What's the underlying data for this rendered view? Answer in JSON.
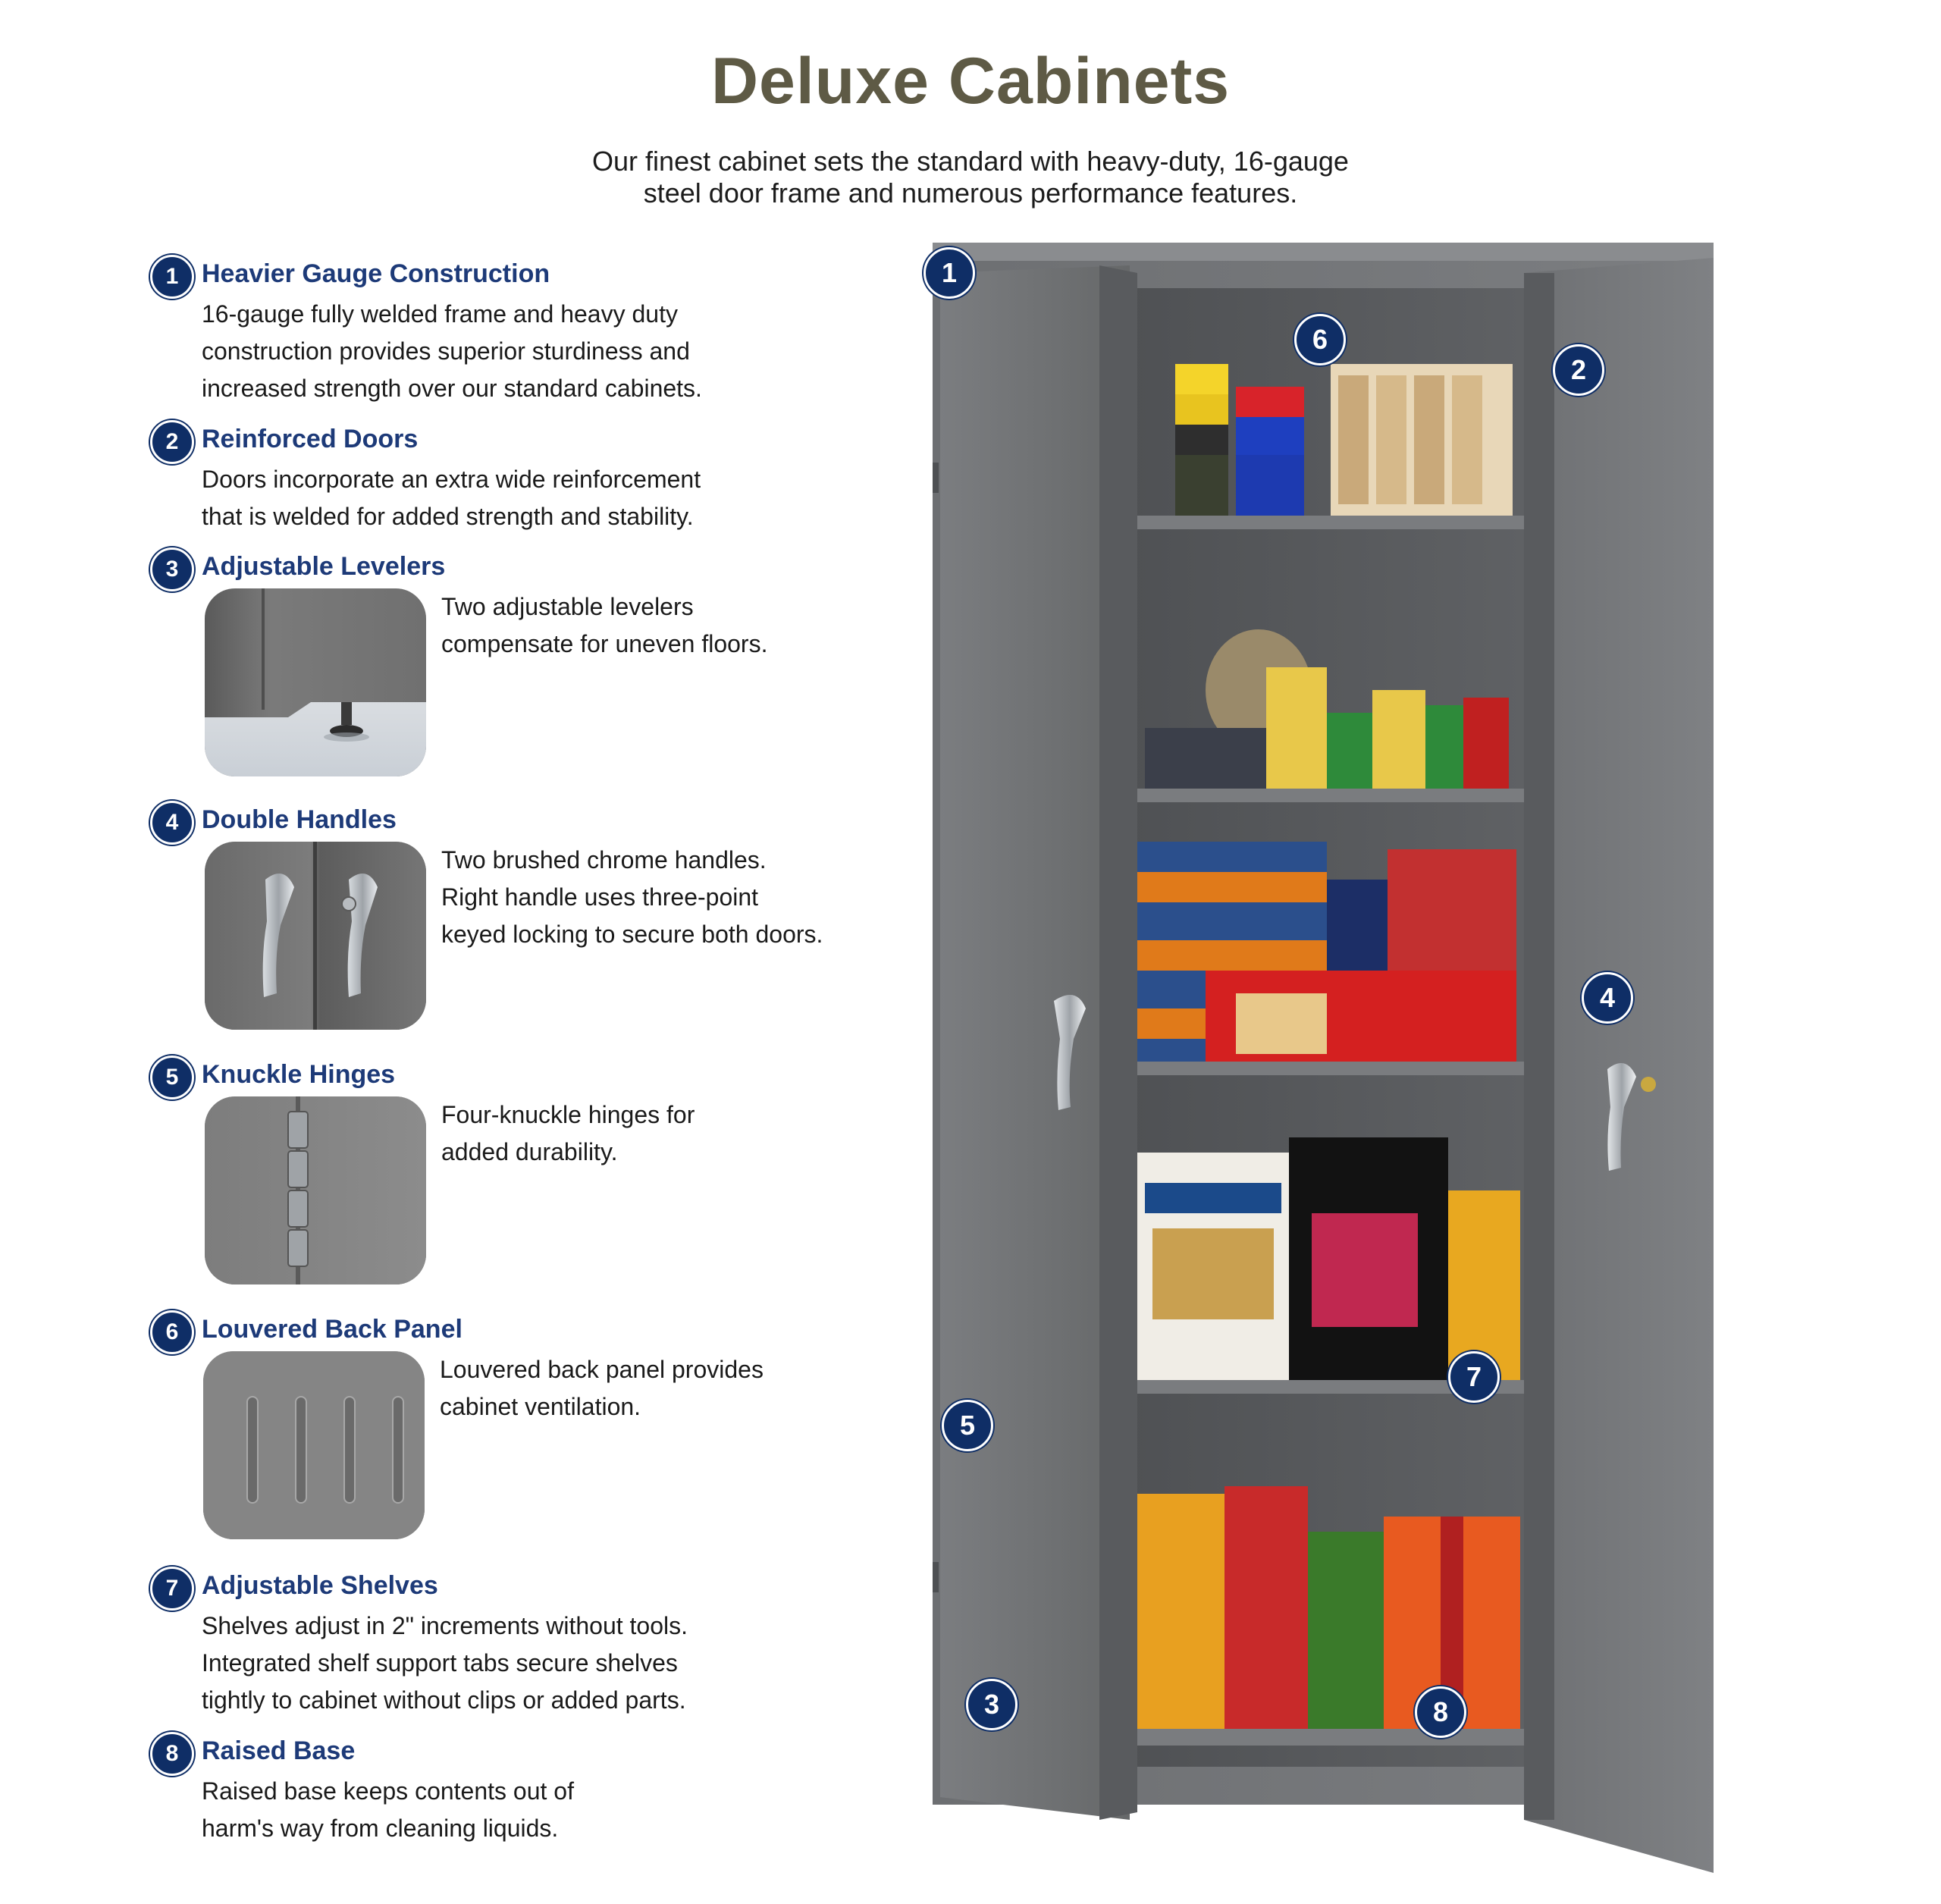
{
  "title": "Deluxe Cabinets",
  "subtitle_line1": "Our finest cabinet sets the standard with heavy-duty, 16-gauge",
  "subtitle_line2": "steel door frame and numerous performance features.",
  "colors": {
    "title": "#5e5a45",
    "feature_heading": "#1d3a78",
    "badge": "#0f2e66",
    "cabinet": "#6f7174"
  },
  "features": [
    {
      "number": "1",
      "title": "Heavier Gauge Construction",
      "lines": [
        "16-gauge fully welded frame and heavy duty",
        "construction provides superior sturdiness and",
        "increased strength over our standard cabinets."
      ]
    },
    {
      "number": "2",
      "title": "Reinforced Doors",
      "lines": [
        "Doors incorporate an extra wide reinforcement",
        "that is welded for added strength and stability."
      ]
    },
    {
      "number": "3",
      "title": "Adjustable Levelers",
      "lines": [
        "Two adjustable levelers",
        "compensate for uneven floors."
      ],
      "image": "leveler-photo"
    },
    {
      "number": "4",
      "title": "Double Handles",
      "lines": [
        "Two brushed chrome handles.",
        "Right handle uses three-point",
        "keyed locking to secure both doors."
      ],
      "image": "handles-photo"
    },
    {
      "number": "5",
      "title": "Knuckle Hinges",
      "lines": [
        "Four-knuckle hinges for",
        "added durability."
      ],
      "image": "hinge-photo"
    },
    {
      "number": "6",
      "title": "Louvered Back Panel",
      "lines": [
        "Louvered back panel provides",
        "cabinet ventilation."
      ],
      "image": "louver-photo"
    },
    {
      "number": "7",
      "title": "Adjustable Shelves",
      "lines": [
        "Shelves adjust in 2\" increments without tools.",
        "Integrated shelf support tabs secure shelves",
        "tightly to cabinet without clips or added parts."
      ]
    },
    {
      "number": "8",
      "title": "Raised Base",
      "lines": [
        "Raised base keeps contents out of",
        "harm's way from cleaning liquids."
      ]
    }
  ],
  "cabinet_callouts": [
    "1",
    "2",
    "3",
    "4",
    "5",
    "6",
    "7",
    "8"
  ]
}
